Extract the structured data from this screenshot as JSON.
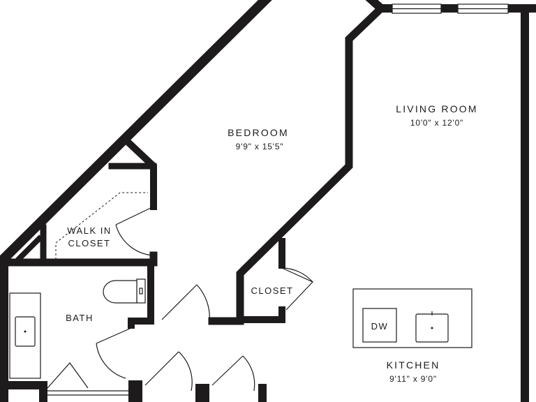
{
  "rooms": {
    "bedroom": {
      "name": "BEDROOM",
      "dims": "9'9\" x 15'5\""
    },
    "living_room": {
      "name": "LIVING ROOM",
      "dims": "10'0\" x 12'0\""
    },
    "walk_in_closet": {
      "line1": "WALK IN",
      "line2": "CLOSET"
    },
    "closet": {
      "name": "CLOSET"
    },
    "bath": {
      "name": "BATH"
    },
    "kitchen": {
      "name": "KITCHEN",
      "dims": "9'11\" x 9'0\""
    }
  },
  "fixtures": {
    "dishwasher": "DW"
  }
}
